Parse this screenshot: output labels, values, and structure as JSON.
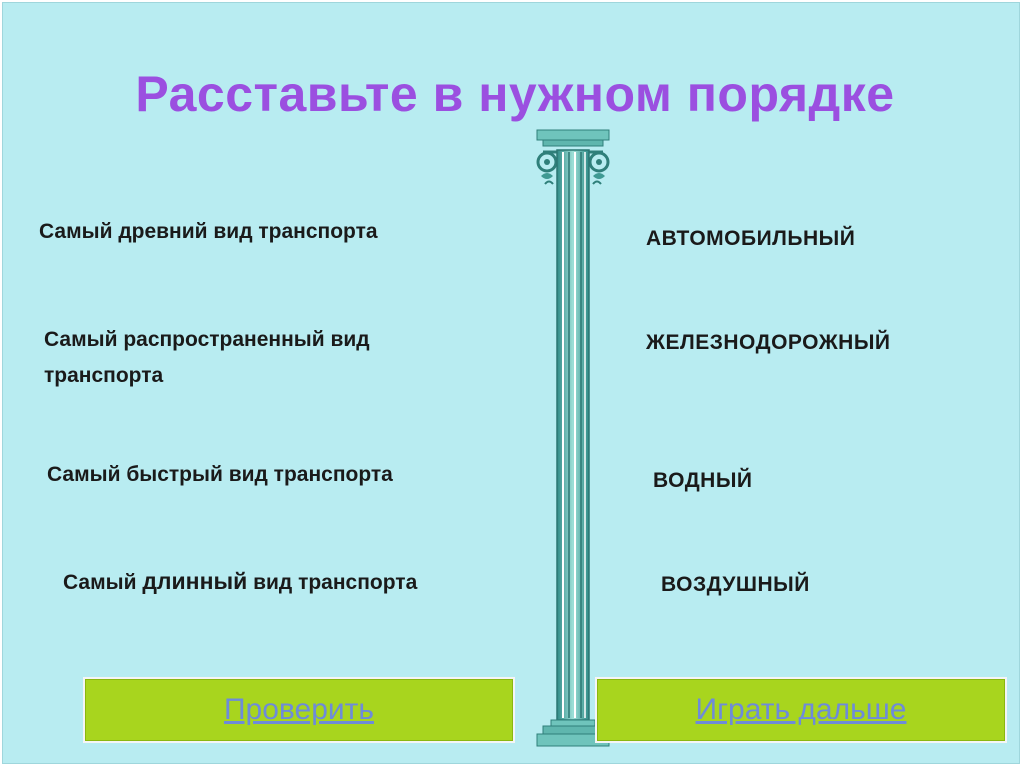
{
  "title": "Расставьте в нужном порядке",
  "questions": [
    {
      "text": "Самый древний вид транспорта"
    },
    {
      "text_line1": "Самый распространенный вид",
      "text_line2": "транспорта"
    },
    {
      "text": "Самый быстрый вид транспорта"
    },
    {
      "prefix": "Самый ",
      "emphasis": "длинный",
      "suffix": " вид транспорта"
    }
  ],
  "answers": [
    "АВТОМОБИЛЬНЫЙ",
    "ЖЕЛЕЗНОДОРОЖНЫЙ",
    "ВОДНЫЙ",
    "ВОЗДУШНЫЙ"
  ],
  "buttons": {
    "check": "Проверить",
    "continue": "Играть дальше"
  },
  "colors": {
    "background": "#b8ecf1",
    "title": "#9b4fe0",
    "button": "#a8d51e",
    "button_text": "#6e8bd9",
    "column": "#4aa7a0"
  },
  "icons": {
    "column": "ionic-column-icon"
  }
}
